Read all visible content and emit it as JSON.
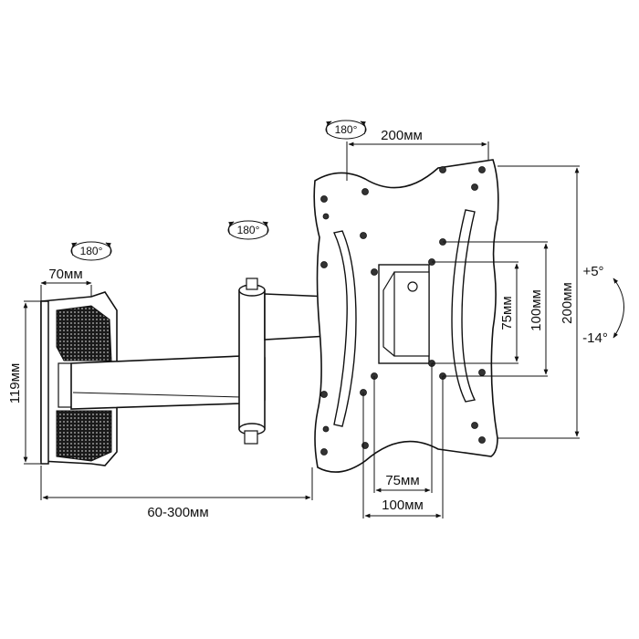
{
  "dimensions": {
    "wall_plate_width": "70мм",
    "wall_plate_height": "119мм",
    "wall_distance": "60-300мм",
    "plate_width": "200мм",
    "plate_height": "200мм",
    "vesa_h_small": "75мм",
    "vesa_h_large": "100мм",
    "vesa_v_small": "75мм",
    "vesa_v_large": "100мм"
  },
  "rotations": {
    "wall_swivel": "180°",
    "arm_swivel": "180°",
    "head_swivel": "180°"
  },
  "tilt": {
    "up": "+5°",
    "down": "-14°"
  }
}
